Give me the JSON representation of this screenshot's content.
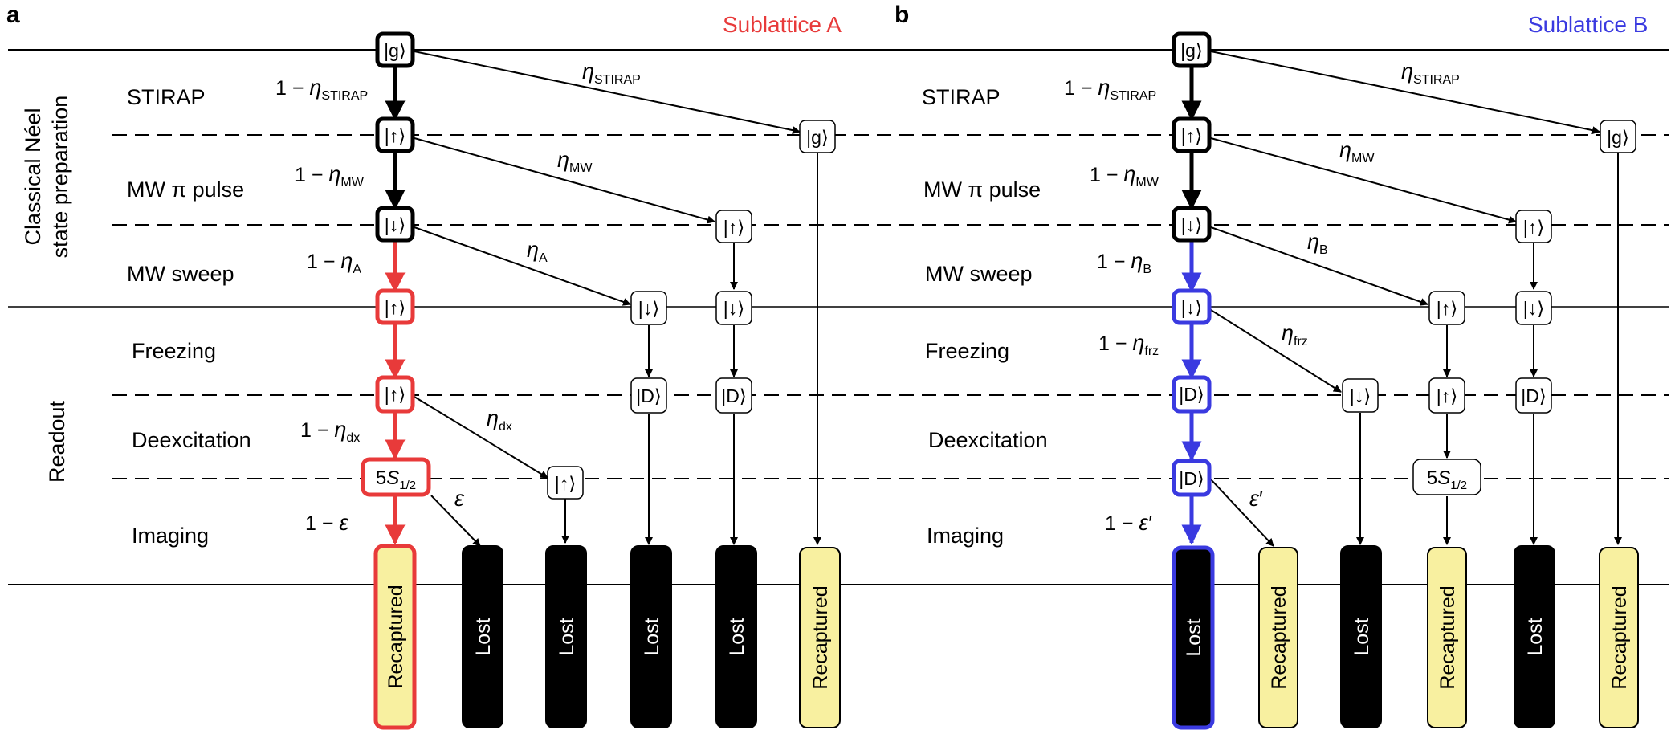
{
  "panel_a": {
    "label": "a",
    "title": "Sublattice A",
    "title_color": "#e83a3a",
    "steps": {
      "stirap": "STIRAP",
      "mw_pi": "MW π pulse",
      "mw_sweep": "MW sweep",
      "freezing": "Freezing",
      "deexcitation": "Deexcitation",
      "imaging": "Imaging"
    },
    "probabilities": {
      "stirap_main": "1 − ηSTIRAP",
      "stirap_branch": "ηSTIRAP",
      "mw_main": "1 − ηMW",
      "mw_branch": "ηMW",
      "sweep_main": "1 − ηA",
      "sweep_branch": "ηA",
      "dx_main": "1 − ηdx",
      "dx_branch": "ηdx",
      "img_main": "1 − ε",
      "img_branch": "ε"
    },
    "states": {
      "g_top": "|g⟩",
      "up1": "|↑⟩",
      "down1": "|↓⟩",
      "up_red1": "|↑⟩",
      "up_red2": "|↑⟩",
      "s_red": "5S1/2",
      "g_branch": "|g⟩",
      "up_mw": "|↑⟩",
      "down_mw": "|↓⟩",
      "down_a": "|↓⟩",
      "d_a": "|D⟩",
      "d_mw": "|D⟩",
      "up_dx": "|↑⟩"
    },
    "outcomes": [
      "Recaptured",
      "Lost",
      "Lost",
      "Lost",
      "Lost",
      "Recaptured"
    ]
  },
  "panel_b": {
    "label": "b",
    "title": "Sublattice B",
    "title_color": "#3a3ae0",
    "steps": {
      "stirap": "STIRAP",
      "mw_pi": "MW π pulse",
      "mw_sweep": "MW sweep",
      "freezing": "Freezing",
      "deexcitation": "Deexcitation",
      "imaging": "Imaging"
    },
    "probabilities": {
      "stirap_main": "1 − ηSTIRAP",
      "stirap_branch": "ηSTIRAP",
      "mw_main": "1 − ηMW",
      "mw_branch": "ηMW",
      "sweep_main": "1 − ηB",
      "sweep_branch": "ηB",
      "frz_main": "1 − ηfrz",
      "frz_branch": "ηfrz",
      "img_main": "1 − ε′",
      "img_branch": "ε′"
    },
    "states": {
      "g_top": "|g⟩",
      "up1": "|↑⟩",
      "down1": "|↓⟩",
      "down_blue": "|↓⟩",
      "d_blue1": "|D⟩",
      "d_blue2": "|D⟩",
      "g_branch": "|g⟩",
      "up_mw": "|↑⟩",
      "down_mw": "|↓⟩",
      "d_mw": "|D⟩",
      "up_b": "|↑⟩",
      "up_b2": "|↑⟩",
      "s_b": "5S1/2",
      "down_frz": "|↓⟩"
    },
    "outcomes": [
      "Lost",
      "Recaptured",
      "Lost",
      "Recaptured",
      "Lost",
      "Recaptured"
    ]
  },
  "side_labels": {
    "prep_line1": "Classical Néel",
    "prep_line2": "state preparation",
    "readout": "Readout"
  },
  "colors": {
    "red": "#e83a3a",
    "blue": "#3a3ae0",
    "recaptured_fill": "#f8f0a0",
    "lost_fill": "#000000"
  }
}
